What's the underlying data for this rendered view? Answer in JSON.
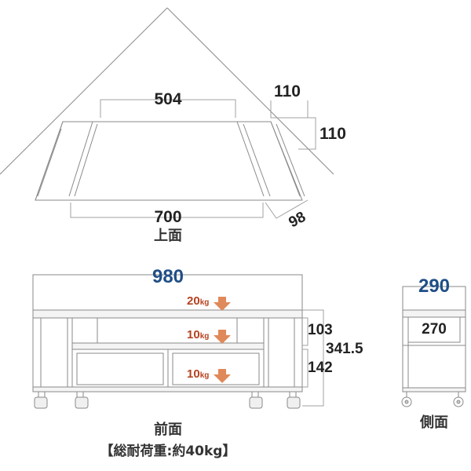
{
  "top_view": {
    "label": "上面",
    "dim_back": "504",
    "dim_front": "700",
    "dim_side_w": "110",
    "dim_side_h": "110",
    "dim_diag": "98"
  },
  "front_view": {
    "label": "前面",
    "dim_width": "980",
    "dim_upper_gap": "103",
    "dim_total_height": "341.5",
    "dim_lower_gap": "142",
    "load_top": "20",
    "load_mid": "10",
    "load_bottom": "10",
    "load_unit": "kg"
  },
  "side_view": {
    "label": "側面",
    "dim_depth_outer": "290",
    "dim_depth_inner": "270"
  },
  "total_load": {
    "text": "【総耐荷重:約40kg】"
  },
  "colors": {
    "line": "#7a7a7a",
    "dim_line": "#9a9a9a",
    "blue": "#1f4e86",
    "arrow": "#e0895a",
    "weight_text": "#b5421f",
    "panel": "#f4f4f4"
  }
}
